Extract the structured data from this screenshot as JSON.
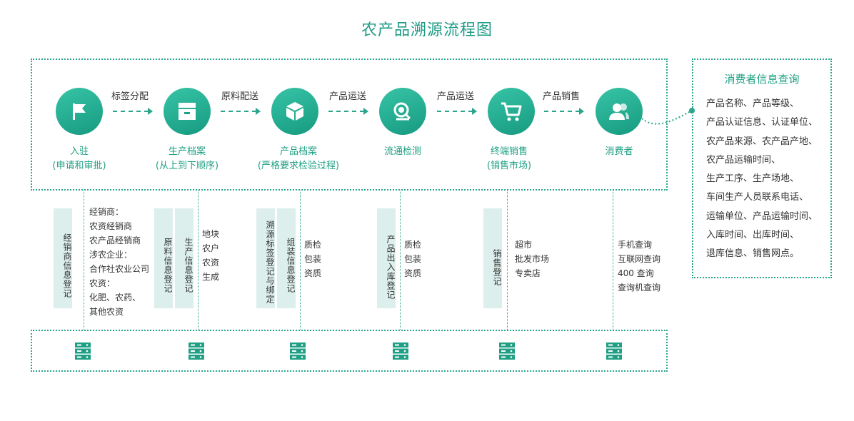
{
  "title": "农产品溯源流程图",
  "stages": [
    {
      "name": "入驻",
      "sub": "(申请和审批)",
      "icon": "flag-icon"
    },
    {
      "name": "生产档案",
      "sub": "(从上到下顺序)",
      "icon": "archive-box-icon"
    },
    {
      "name": "产品档案",
      "sub": "(严格要求检验过程)",
      "icon": "package-box-icon"
    },
    {
      "name": "流通检测",
      "sub": "",
      "icon": "magnifier-icon"
    },
    {
      "name": "终端销售",
      "sub": "(销售市场)",
      "icon": "shopping-cart-icon"
    },
    {
      "name": "消费者",
      "sub": "",
      "icon": "users-icon"
    }
  ],
  "arrows": [
    "标签分配",
    "原料配送",
    "产品运送",
    "产品运送",
    "产品销售"
  ],
  "tags": {
    "t1": "经销商信息登记",
    "t2": "原料信息登记",
    "t3": "生产信息登记",
    "t4": "溯源标签登记与绑定",
    "t5": "组装信息登记",
    "t6": "产品出入库登记",
    "t7": "销售登记"
  },
  "lists": {
    "l1": [
      "经销商：",
      "农资经销商",
      "农产品经销商",
      "涉农企业：",
      "合作社农业公司",
      "农资：",
      "化肥、农药、",
      "其他农资"
    ],
    "l2": [
      "地块",
      "农户",
      "农资",
      "生成"
    ],
    "l3": [
      "质检",
      "包装",
      "资质"
    ],
    "l4": [
      "质检",
      "包装",
      "资质"
    ],
    "l5": [
      "超市",
      "批发市场",
      "专卖店"
    ],
    "l6": [
      "手机查询",
      "互联网查询",
      "400 查询",
      "查询机查询"
    ]
  },
  "server_icon": "server-icon",
  "consumer": {
    "title": "消费者信息查询",
    "items": [
      "产品名称、产品等级、",
      "产品认证信息、认证单位、",
      "农产品来源、农产品产地、",
      "农产品运输时间、",
      "生产工序、生产场地、",
      "车间生产人员联系电话、",
      "运输单位、产品运输时间、",
      "入库时间、出库时间、",
      "退库信息、销售网点。"
    ]
  },
  "colors": {
    "accent": "#1e9b86",
    "tag_bg": "#dcefec"
  }
}
